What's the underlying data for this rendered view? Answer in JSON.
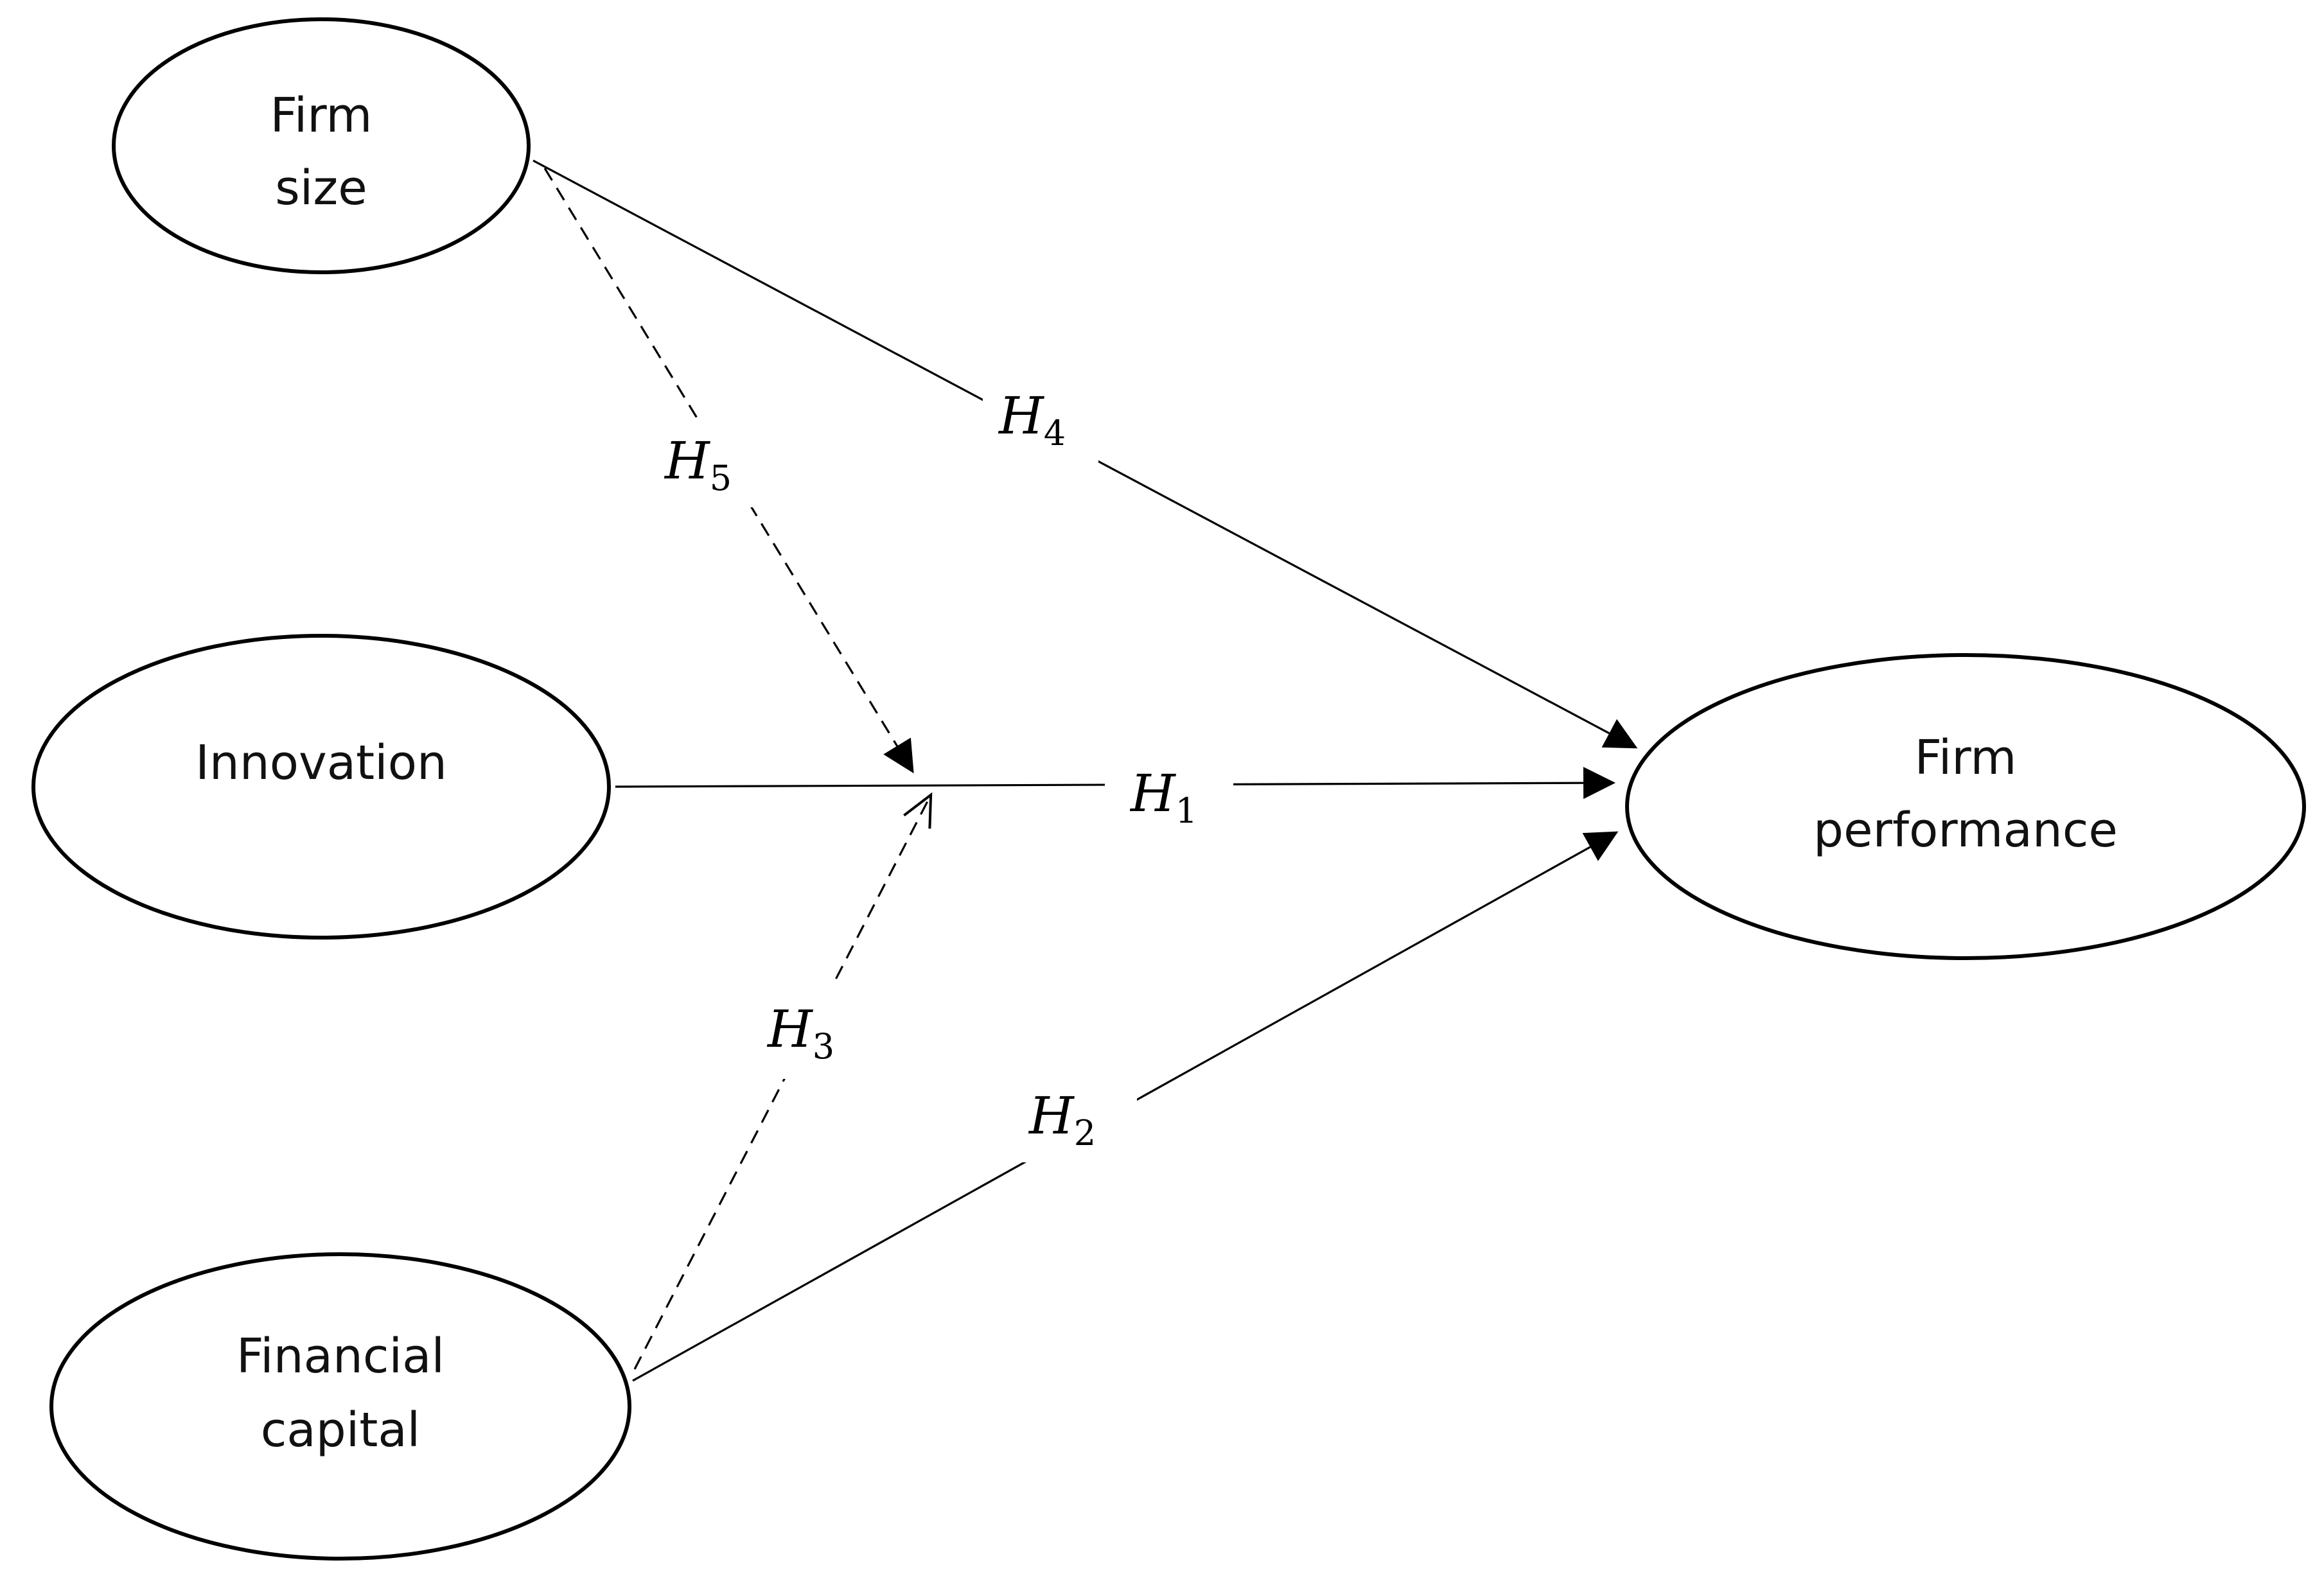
{
  "nodes": {
    "firm_size": {
      "line1": "Firm",
      "line2": "size"
    },
    "innovation": {
      "line1": "Innovation"
    },
    "financial_capital": {
      "line1": "Financial",
      "line2": "capital"
    },
    "firm_performance": {
      "line1": "Firm",
      "line2": "performance"
    }
  },
  "hypotheses": {
    "h1": {
      "letter": "H",
      "sub": "1"
    },
    "h2": {
      "letter": "H",
      "sub": "2"
    },
    "h3": {
      "letter": "H",
      "sub": "3"
    },
    "h4": {
      "letter": "H",
      "sub": "4"
    },
    "h5": {
      "letter": "H",
      "sub": "5"
    }
  },
  "edges": [
    {
      "from": "Innovation",
      "to": "Firm performance",
      "label": "H1",
      "style": "solid"
    },
    {
      "from": "Financial capital",
      "to": "Firm performance",
      "label": "H2",
      "style": "solid"
    },
    {
      "from": "Financial capital",
      "to": "H1 path",
      "label": "H3",
      "style": "dashed"
    },
    {
      "from": "Firm size",
      "to": "Firm performance",
      "label": "H4",
      "style": "solid"
    },
    {
      "from": "Firm size",
      "to": "H1 path",
      "label": "H5",
      "style": "dashed"
    }
  ],
  "colors": {
    "stroke": "#000000",
    "background": "#ffffff"
  }
}
